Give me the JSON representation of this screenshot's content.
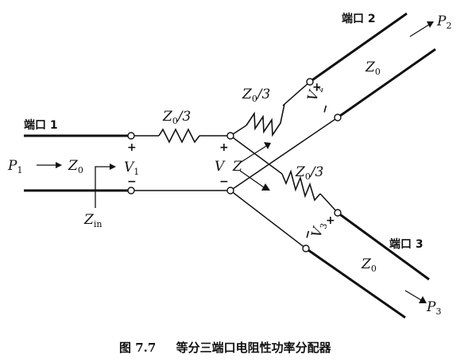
{
  "port1": {
    "name": "端口 1",
    "power": "P",
    "power_sub": "1",
    "impedance": "Z",
    "impedance_sub": "0",
    "voltage": "V",
    "voltage_sub": "1",
    "input_impedance": "Z",
    "input_impedance_sub": "in",
    "plus": "+",
    "minus": "−"
  },
  "port2": {
    "name": "端口 2",
    "power": "P",
    "power_sub": "2",
    "impedance": "Z",
    "impedance_sub": "0",
    "voltage": "V",
    "voltage_sub": "2",
    "plus": "+",
    "minus": "−"
  },
  "port3": {
    "name": "端口 3",
    "power": "P",
    "power_sub": "3",
    "impedance": "Z",
    "impedance_sub": "0",
    "voltage": "V",
    "voltage_sub": "3",
    "plus": "+",
    "minus": "−"
  },
  "resistor1": {
    "label": "Z",
    "label_sub": "0",
    "label_suffix": "/3"
  },
  "resistor2": {
    "label": "Z",
    "label_sub": "0",
    "label_suffix": "/3"
  },
  "resistor3": {
    "label": "Z",
    "label_sub": "0",
    "label_suffix": "/3"
  },
  "junction": {
    "voltage": "V",
    "impedance": "Z",
    "plus": "+",
    "minus": "−"
  },
  "caption": {
    "figure": "图 7.7",
    "title": "等分三端口电阻性功率分配器"
  }
}
